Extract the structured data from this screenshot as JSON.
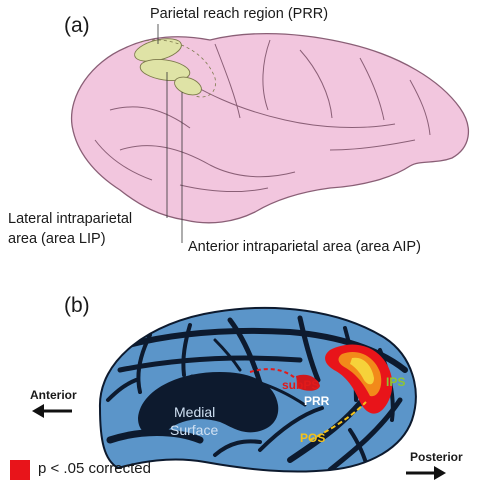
{
  "panel_a": {
    "panel_label": "(a)",
    "labels": {
      "prr": "Parietal reach region (PRR)",
      "lip_line1": "Lateral intraparietal",
      "lip_line2": "area (area LIP)",
      "aip": "Anterior intraparietal area (area AIP)"
    },
    "colors": {
      "brain_fill": "#f2c6de",
      "brain_stroke": "#8a5f76",
      "region_fill": "#dfe3a6"
    }
  },
  "panel_b": {
    "panel_label": "(b)",
    "labels": {
      "anterior": "Anterior",
      "posterior": "Posterior",
      "medial_line1": "Medial",
      "medial_line2": "Surface",
      "subps": "subPS",
      "prr": "PRR",
      "ips": "IPS",
      "pos": "POS"
    },
    "legend": {
      "text": "p < .05 corrected",
      "color": "#e8141a"
    },
    "colors": {
      "gyri": "#5b95c9",
      "sulci": "#0d1a2e",
      "medial_text": "#cfe0f2",
      "subps": "#e11a1a",
      "prr": "#ffffff",
      "ips": "#8fc531",
      "pos": "#f3c21a"
    }
  }
}
